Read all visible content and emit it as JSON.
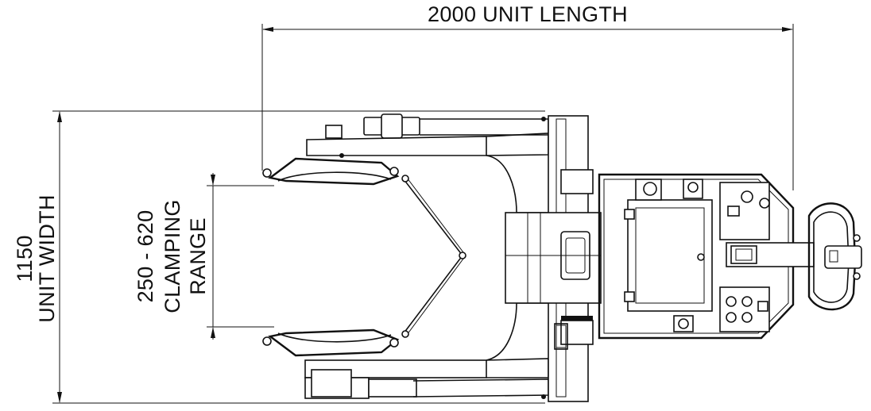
{
  "dimensions": {
    "length": {
      "value": "2000",
      "label": "2000 UNIT LENGTH"
    },
    "width": {
      "value": "1150",
      "label_line1": "1150",
      "label_line2": "UNIT WIDTH"
    },
    "clamping": {
      "label_line1": "250 - 620",
      "label_line2": "CLAMPING",
      "label_line3": "RANGE"
    }
  },
  "colors": {
    "line": "#111111",
    "background": "#ffffff"
  }
}
